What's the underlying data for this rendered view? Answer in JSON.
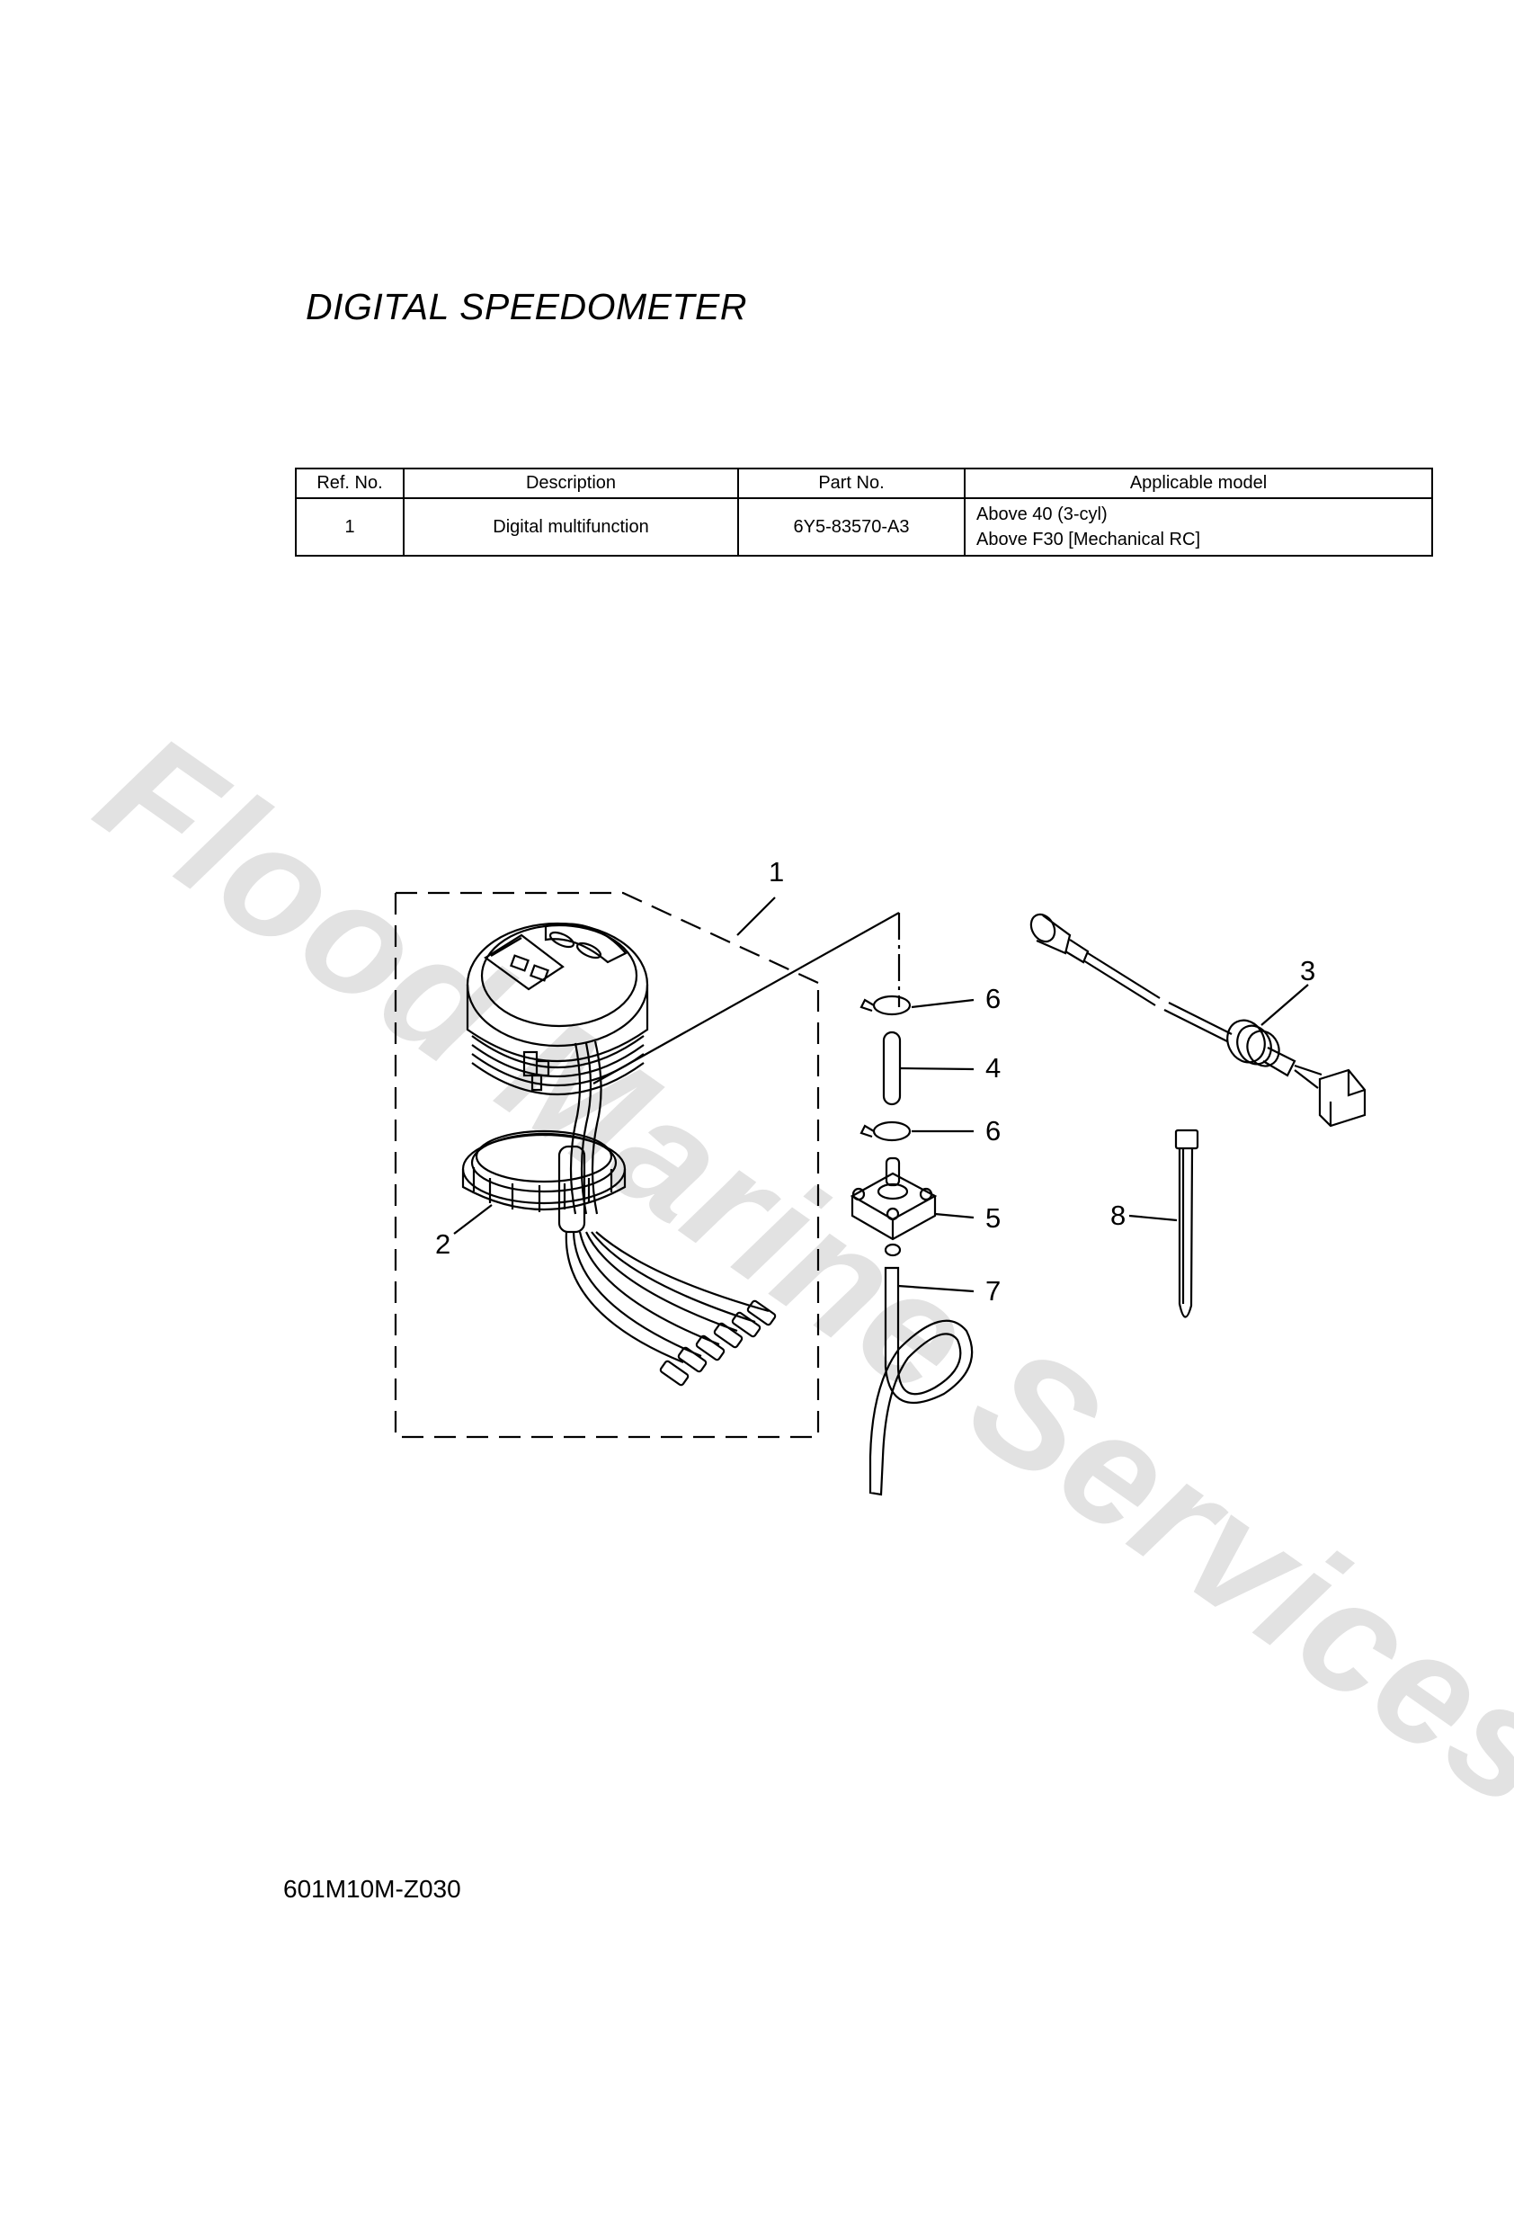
{
  "page": {
    "title": "DIGITAL SPEEDOMETER",
    "footer_code": "601M10M-Z030",
    "watermark": "Flood Marine Services"
  },
  "table": {
    "headers": [
      "Ref. No.",
      "Description",
      "Part No.",
      "Applicable model"
    ],
    "rows": [
      {
        "ref": "1",
        "description": "Digital multifunction",
        "part_no": "6Y5-83570-A3",
        "applicable_model": [
          "Above 40 (3-cyl)",
          "Above F30 [Mechanical RC]"
        ]
      }
    ]
  },
  "diagram": {
    "callouts": [
      {
        "label": "1",
        "part": "digital-meter-assembly"
      },
      {
        "label": "2",
        "part": "lock-ring-harness"
      },
      {
        "label": "3",
        "part": "sensor-cable"
      },
      {
        "label": "4",
        "part": "hose-short"
      },
      {
        "label": "5",
        "part": "pitot-fitting"
      },
      {
        "label": "6",
        "part": "hose-clamp-upper"
      },
      {
        "label": "6",
        "part": "hose-clamp-lower"
      },
      {
        "label": "7",
        "part": "hose-long"
      },
      {
        "label": "8",
        "part": "cable-tie"
      }
    ]
  }
}
